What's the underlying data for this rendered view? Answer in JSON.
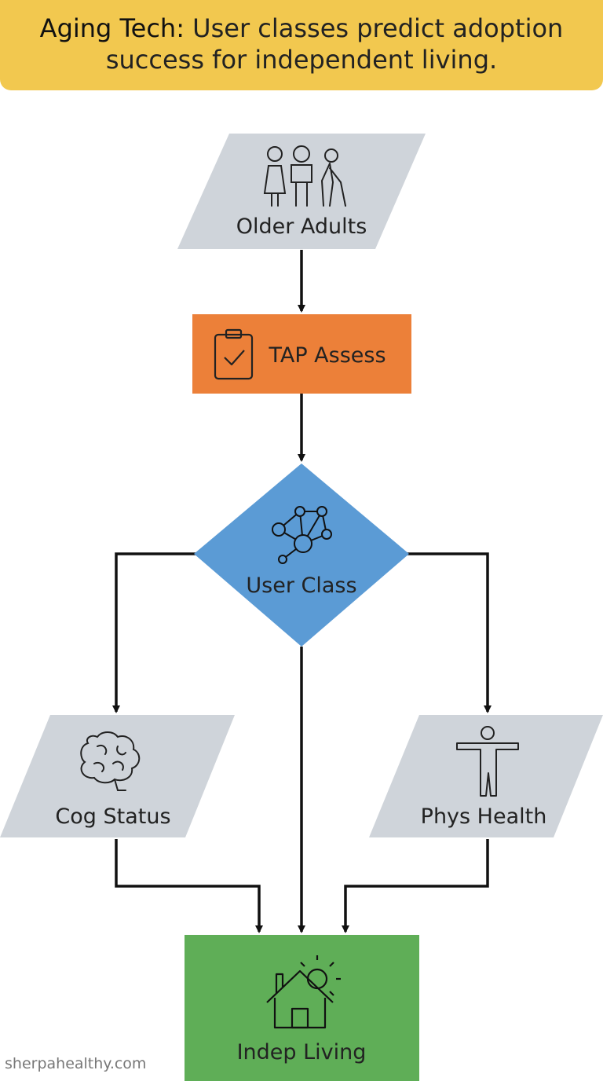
{
  "banner": {
    "title_bold": "Aging Tech:",
    "title_rest": " User classes predict adoption success for independent living."
  },
  "nodes": {
    "older_adults": {
      "label": "Older Adults",
      "icon": "older-adults-icon",
      "color": "#cfd4da"
    },
    "tap_assess": {
      "label": "TAP Assess",
      "icon": "clipboard-check-icon",
      "color": "#ec8039"
    },
    "user_class": {
      "label": "User Class",
      "icon": "network-icon",
      "color": "#5b9bd5"
    },
    "cog_status": {
      "label": "Cog Status",
      "icon": "brain-icon",
      "color": "#cfd4da"
    },
    "phys_health": {
      "label": "Phys Health",
      "icon": "human-figure-icon",
      "color": "#cfd4da"
    },
    "indep_living": {
      "label": "Indep Living",
      "icon": "house-sun-icon",
      "color": "#5fae57"
    }
  },
  "watermark": "sherpahealthy.com"
}
